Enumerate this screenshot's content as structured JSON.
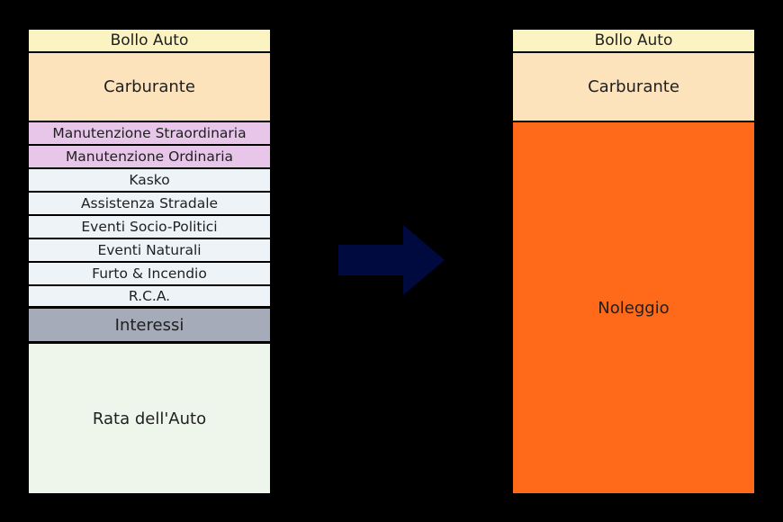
{
  "colors": {
    "background": "#000000",
    "bollo": "#fbf3c1",
    "carburante": "#fde3bb",
    "manutenzione": "#e7c6ea",
    "insurance_rows": "#eef3f8",
    "interessi": "#a5abb8",
    "rata": "#eef6ec",
    "noleggio": "#ff6a1a",
    "arrow": "#000a3f"
  },
  "left_stack": {
    "bollo_auto": "Bollo Auto",
    "carburante": "Carburante",
    "manutenzione_straordinaria": "Manutenzione Straordinaria",
    "manutenzione_ordinaria": "Manutenzione Ordinaria",
    "kasko": "Kasko",
    "assistenza_stradale": "Assistenza Stradale",
    "eventi_socio_politici": "Eventi Socio-Politici",
    "eventi_naturali": "Eventi Naturali",
    "furto_incendio": "Furto & Incendio",
    "rca": "R.C.A.",
    "interessi": "Interessi",
    "rata_auto": "Rata dell'Auto"
  },
  "arrow": {
    "icon": "right-arrow-icon"
  },
  "right_stack": {
    "bollo_auto": "Bollo Auto",
    "carburante": "Carburante",
    "noleggio": "Noleggio"
  }
}
